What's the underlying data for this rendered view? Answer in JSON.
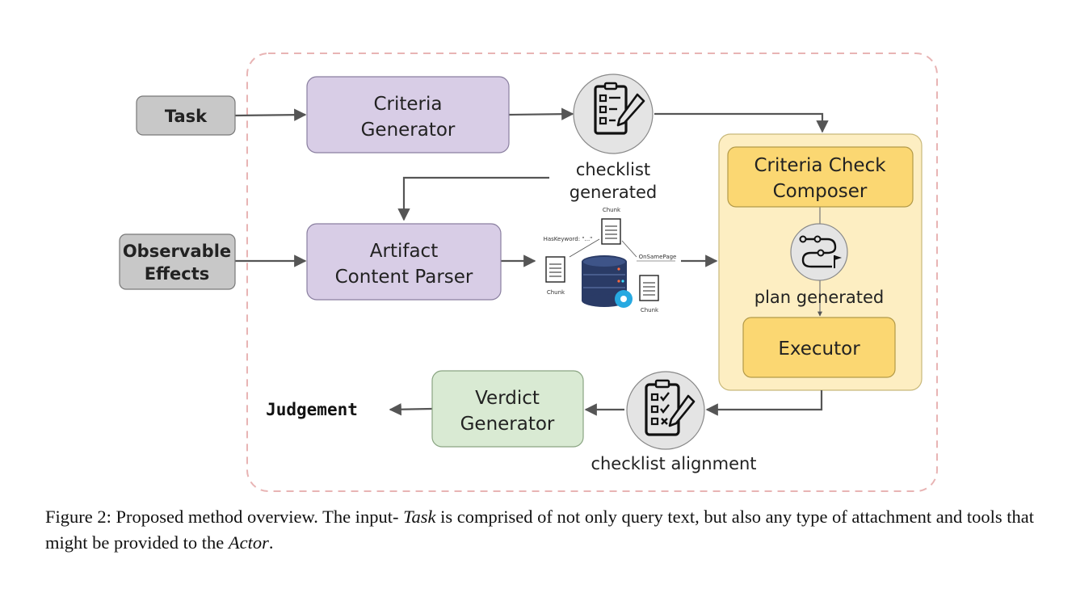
{
  "nodes": {
    "task": "Task",
    "observable_effects": [
      "Observable",
      "Effects"
    ],
    "criteria_generator": [
      "Criteria",
      "Generator"
    ],
    "artifact_content_parser": [
      "Artifact",
      "Content Parser"
    ],
    "criteria_check_composer": [
      "Criteria Check",
      "Composer"
    ],
    "executor": "Executor",
    "verdict_generator": [
      "Verdict",
      "Generator"
    ],
    "judgement": "Judgement"
  },
  "labels": {
    "checklist_generated": [
      "checklist",
      "generated"
    ],
    "plan_generated": "plan generated",
    "checklist_alignment": "checklist alignment"
  },
  "graph_labels": {
    "chunk": "Chunk",
    "has_keyword": "HasKeyword: \"...\"",
    "on_same_page": "OnSamePage"
  },
  "caption": {
    "prefix": "Figure 2: Proposed method overview. The input-",
    "task_symbol": "Task",
    "middle": " is comprised of not only query text, but also any type of attachment and tools that might be provided to the ",
    "actor_symbol": "Actor",
    "suffix": "."
  },
  "colors": {
    "gray_box": "#c8c8c8",
    "purple_box": "#d8cde6",
    "yellow_panel": "#fdeec2",
    "yellow_box": "#fbd772",
    "green_box": "#d9ead3",
    "dashed_border": "#e8b4b4"
  }
}
